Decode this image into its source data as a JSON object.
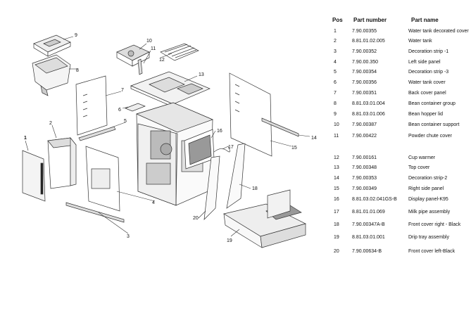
{
  "table": {
    "headers": {
      "pos": "Pos",
      "part_number": "Part number",
      "part_name": "Part name"
    },
    "rows": [
      {
        "pos": "1",
        "part_number": "7.90.00355",
        "part_name": "Water tank decorated cover"
      },
      {
        "pos": "2",
        "part_number": "8.81.01.02.005",
        "part_name": "Water tank"
      },
      {
        "pos": "3",
        "part_number": "7.90.00352",
        "part_name": "Decoration strip -1"
      },
      {
        "pos": "4",
        "part_number": "7.90.00.350",
        "part_name": "Left side panel"
      },
      {
        "pos": "5",
        "part_number": "7.90.00354",
        "part_name": "Decoration strip -3"
      },
      {
        "pos": "6",
        "part_number": "7.90.00356",
        "part_name": "Water tank  cover"
      },
      {
        "pos": "7",
        "part_number": "7.90.00351",
        "part_name": "Back cover panel"
      },
      {
        "pos": "8",
        "part_number": "8.81.03.01.004",
        "part_name": "Bean container group"
      },
      {
        "pos": "9",
        "part_number": "8.81.03.01.006",
        "part_name": "Bean hopper lid"
      },
      {
        "pos": "10",
        "part_number": "7.90.00387",
        "part_name": "Bean container support"
      },
      {
        "pos": "11",
        "part_number": "7.90.00422",
        "part_name": "Powder chute cover"
      },
      {
        "pos": "12",
        "part_number": "7.90.00161",
        "part_name": "Cup warmer"
      },
      {
        "pos": "13",
        "part_number": "7.90.00348",
        "part_name": "Top cover"
      },
      {
        "pos": "14",
        "part_number": "7.90.00353",
        "part_name": "Decoration strip-2"
      },
      {
        "pos": "15",
        "part_number": "7.90.00349",
        "part_name": "Right side panel"
      },
      {
        "pos": "16",
        "part_number": "8.81.03.02.041GS-B",
        "part_name": "Display panel-K95"
      },
      {
        "pos": "17",
        "part_number": "8.81.01.01.069",
        "part_name": "Milk pipe assembly"
      },
      {
        "pos": "18",
        "part_number": "7.90.00347A-B",
        "part_name": "Front cover right - Black"
      },
      {
        "pos": "19",
        "part_number": "8.81.03.01.001",
        "part_name": "Drip tray  assembly"
      },
      {
        "pos": "20",
        "part_number": "7.90.00634-B",
        "part_name": "Front cover left-Black"
      }
    ]
  },
  "callouts": [
    "1",
    "2",
    "3",
    "4",
    "5",
    "6",
    "7",
    "8",
    "9",
    "10",
    "11",
    "12",
    "13",
    "14",
    "15",
    "16",
    "17",
    "18",
    "19",
    "20"
  ]
}
